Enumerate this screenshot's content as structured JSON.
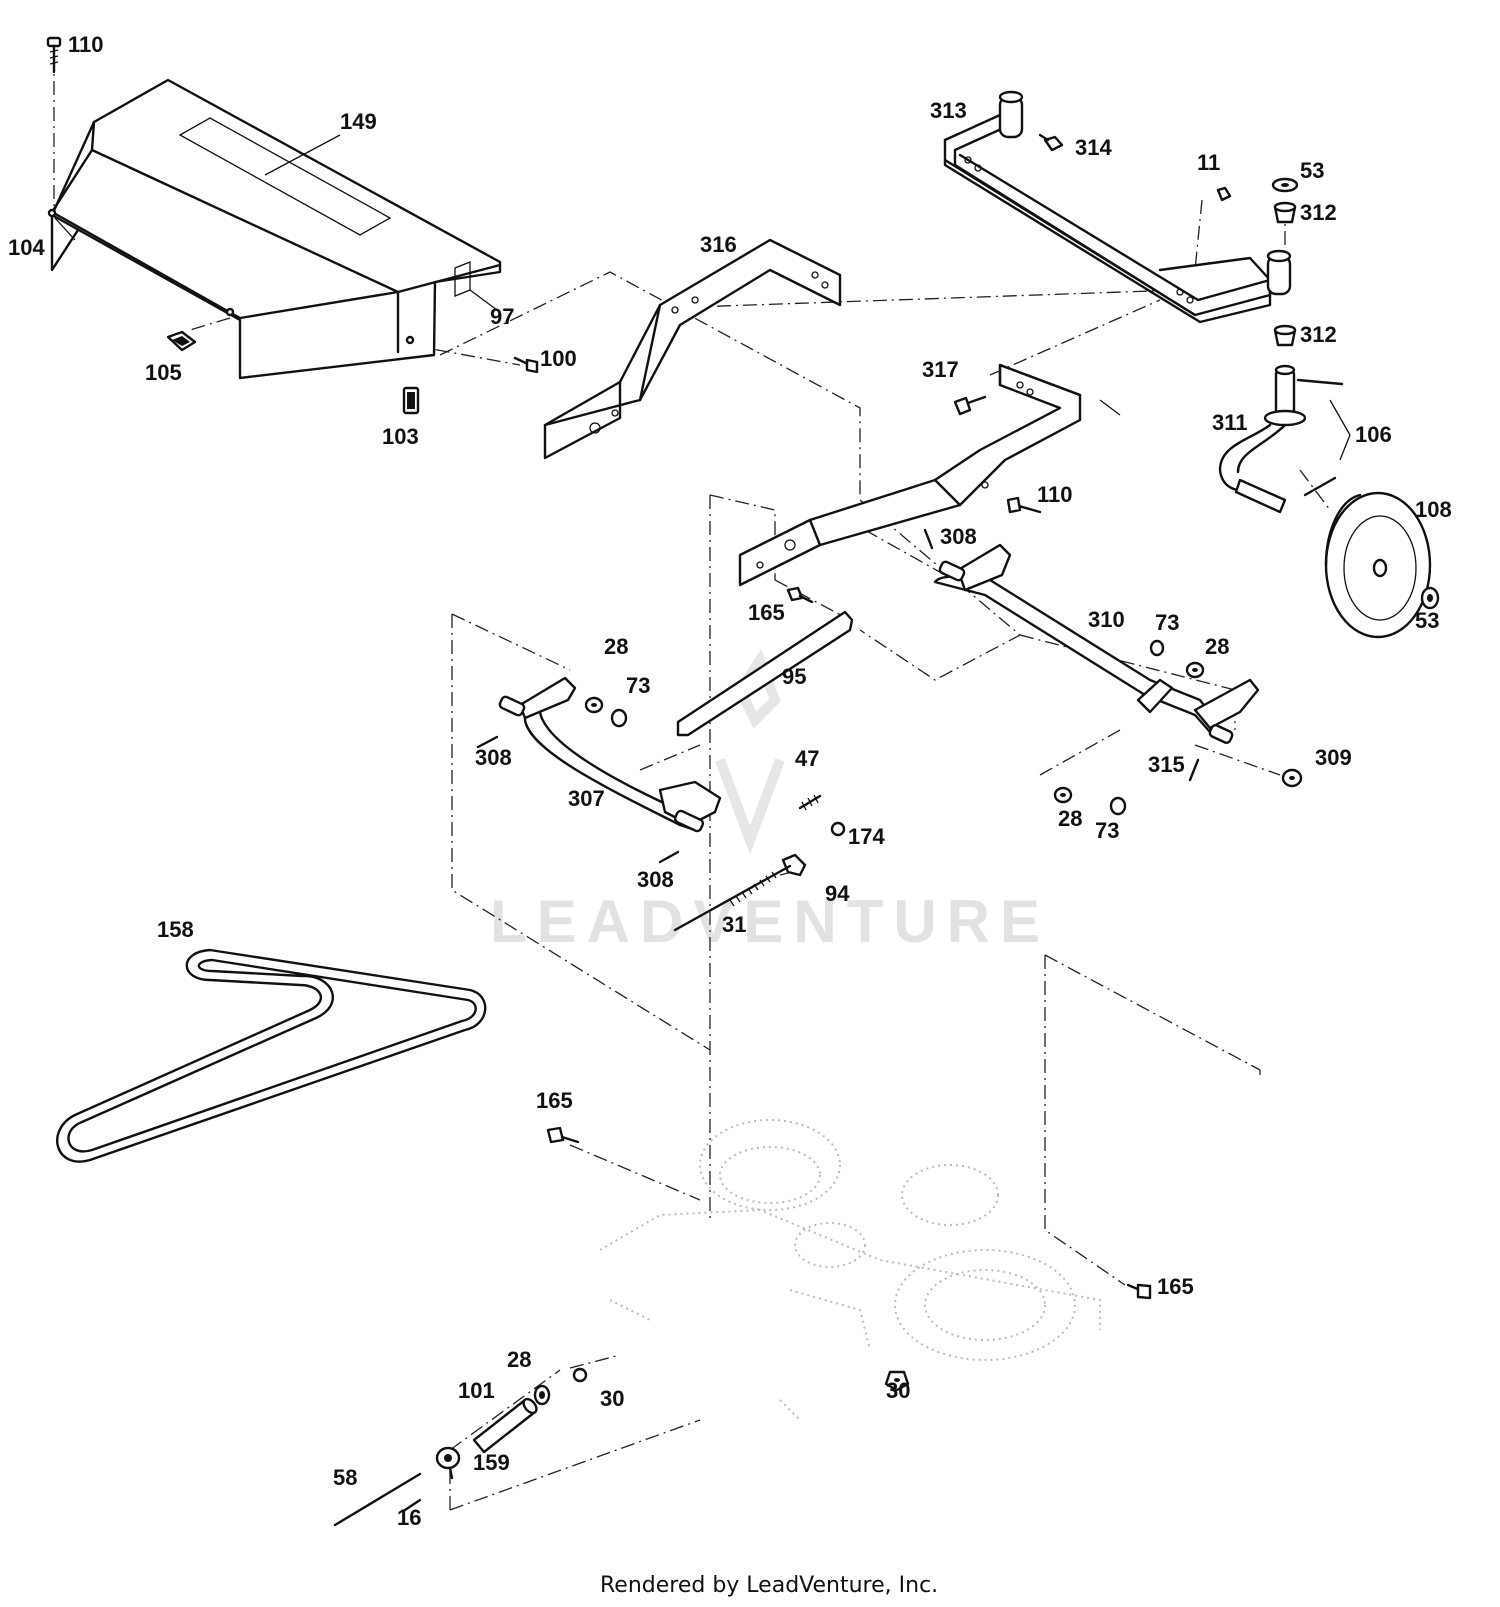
{
  "diagram": {
    "labels": {
      "p110a": "110",
      "p149": "149",
      "p104": "104",
      "p97": "97",
      "p105": "105",
      "p100": "100",
      "p103": "103",
      "p316": "316",
      "p313": "313",
      "p314": "314",
      "p11": "11",
      "p53a": "53",
      "p312a": "312",
      "p312b": "312",
      "p317": "317",
      "p311": "311",
      "p106": "106",
      "p110b": "110",
      "p108": "108",
      "p308a": "308",
      "p165a": "165",
      "p310": "310",
      "p73a": "73",
      "p28a": "28",
      "p53b": "53",
      "p28b": "28",
      "p73b": "73",
      "p95": "95",
      "p308b": "308",
      "p307": "307",
      "p47": "47",
      "p315": "315",
      "p309": "309",
      "p28c": "28",
      "p73c": "73",
      "p174": "174",
      "p308c": "308",
      "p94": "94",
      "p31": "31",
      "p158": "158",
      "p165b": "165",
      "p165c": "165",
      "p28d": "28",
      "p101": "101",
      "p30a": "30",
      "p30b": "30",
      "p58": "58",
      "p159": "159",
      "p16": "16"
    },
    "watermark": "LEADVENTURE",
    "footer": "Rendered by LeadVenture, Inc."
  }
}
